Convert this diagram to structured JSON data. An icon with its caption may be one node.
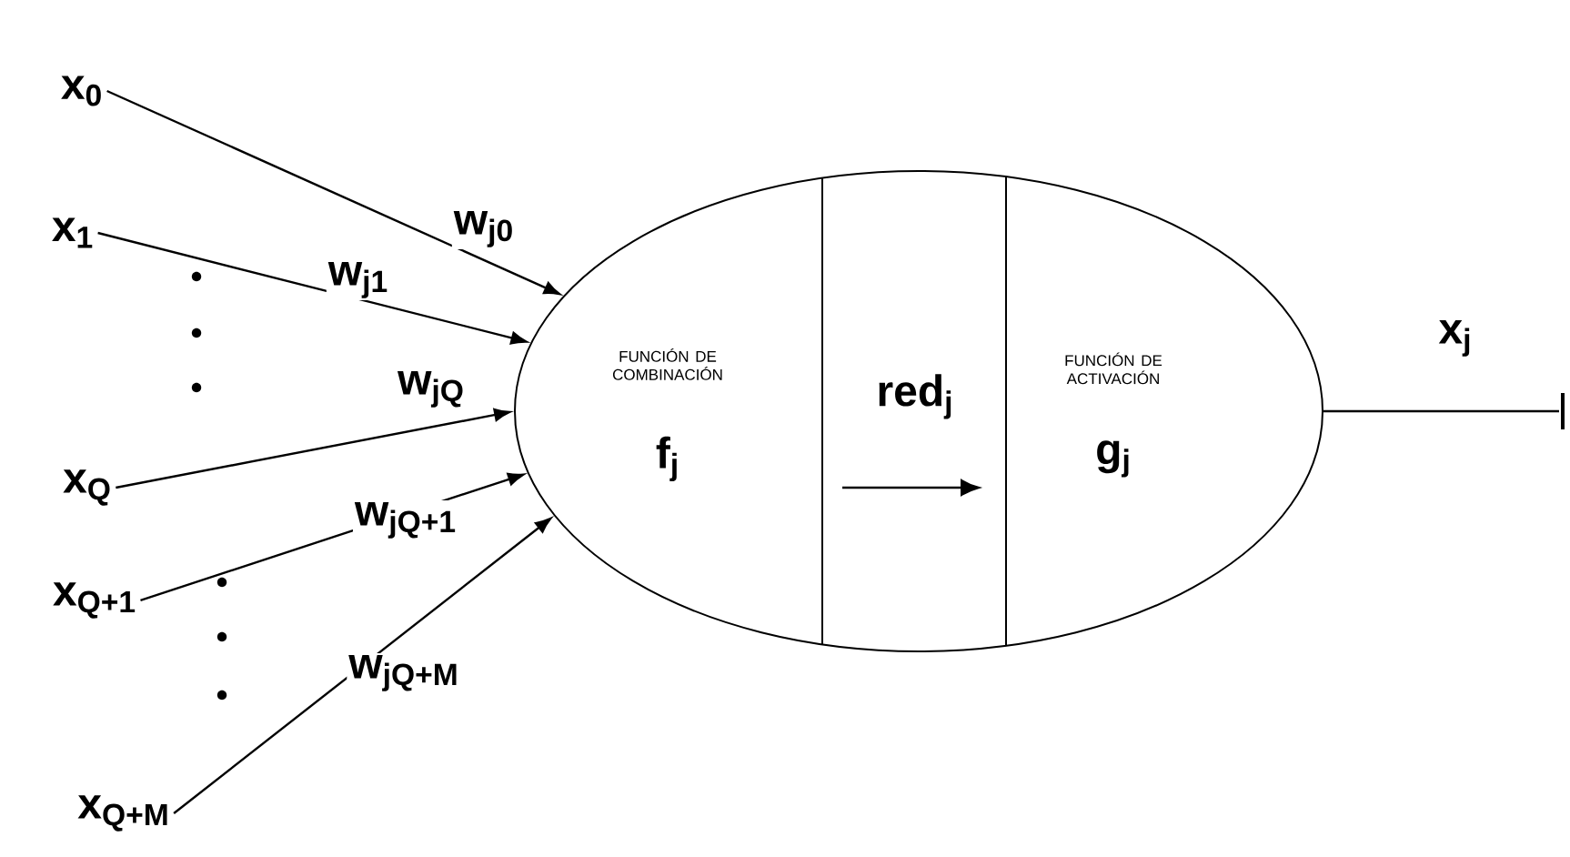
{
  "diagram": {
    "nodes": [
      {
        "text": [
          "x$_{0}$"
        ]
      },
      {
        "text": [
          "x$_{1}$"
        ]
      },
      {
        "text": [
          "x$_{Q}$"
        ]
      },
      {
        "text": [
          "x$_{Q+1}$"
        ]
      },
      {
        "text": [
          "x$_{Q+M}$"
        ]
      },
      {
        "text": [],
        "shape": "ellipse"
      },
      {
        "text": [
          "FUNCIÓN DE COMBINACIÓN",
          "f$_{j}$"
        ],
        "in": 5
      },
      {
        "text": [
          "red$_{j}$"
        ],
        "in": 5
      },
      {
        "text": [
          "FUNCIÓN DE ACTIVACIÓN",
          "g$_{j}$"
        ],
        "in": 5
      }
    ],
    "edges": [
      {
        "from": 0,
        "to": 5,
        "arrow": "to",
        "label": "w$_{j0}$"
      },
      {
        "from": 1,
        "to": 5,
        "arrow": "to",
        "label": "w$_{j1}$"
      },
      {
        "from": 2,
        "to": 5,
        "arrow": "to",
        "label": "w$_{jQ}$"
      },
      {
        "from": 3,
        "to": 5,
        "arrow": "to",
        "label": "w$_{jQ+1}$"
      },
      {
        "from": 4,
        "to": 5,
        "arrow": "to",
        "label": "w$_{jQ+M}$"
      },
      {
        "from": 5,
        "to": null,
        "arrow": "none",
        "label": "x$_{j}$"
      }
    ]
  }
}
